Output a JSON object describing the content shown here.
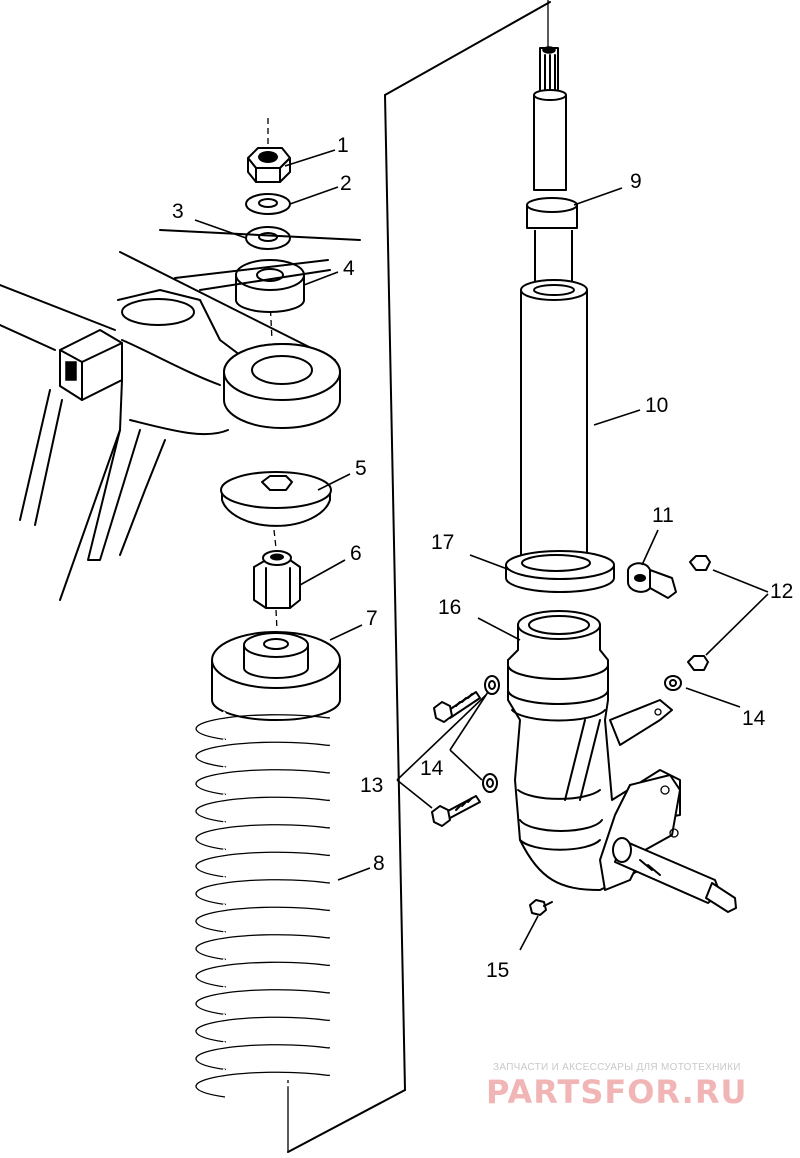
{
  "callouts": [
    {
      "id": "c1",
      "label": "1"
    },
    {
      "id": "c2",
      "label": "2"
    },
    {
      "id": "c3",
      "label": "3"
    },
    {
      "id": "c4",
      "label": "4"
    },
    {
      "id": "c5",
      "label": "5"
    },
    {
      "id": "c6",
      "label": "6"
    },
    {
      "id": "c7",
      "label": "7"
    },
    {
      "id": "c8",
      "label": "8"
    },
    {
      "id": "c9",
      "label": "9"
    },
    {
      "id": "c10",
      "label": "10"
    },
    {
      "id": "c11",
      "label": "11"
    },
    {
      "id": "c12",
      "label": "12"
    },
    {
      "id": "c13",
      "label": "13"
    },
    {
      "id": "c14a",
      "label": "14"
    },
    {
      "id": "c14b",
      "label": "14"
    },
    {
      "id": "c15",
      "label": "15"
    },
    {
      "id": "c16",
      "label": "16"
    },
    {
      "id": "c17",
      "label": "17"
    }
  ],
  "watermark": {
    "tagline": "ЗАПЧАСТИ И АКСЕССУАРЫ ДЛЯ МОТОТЕХНИКИ",
    "logo": "PARTSFOR.RU"
  }
}
